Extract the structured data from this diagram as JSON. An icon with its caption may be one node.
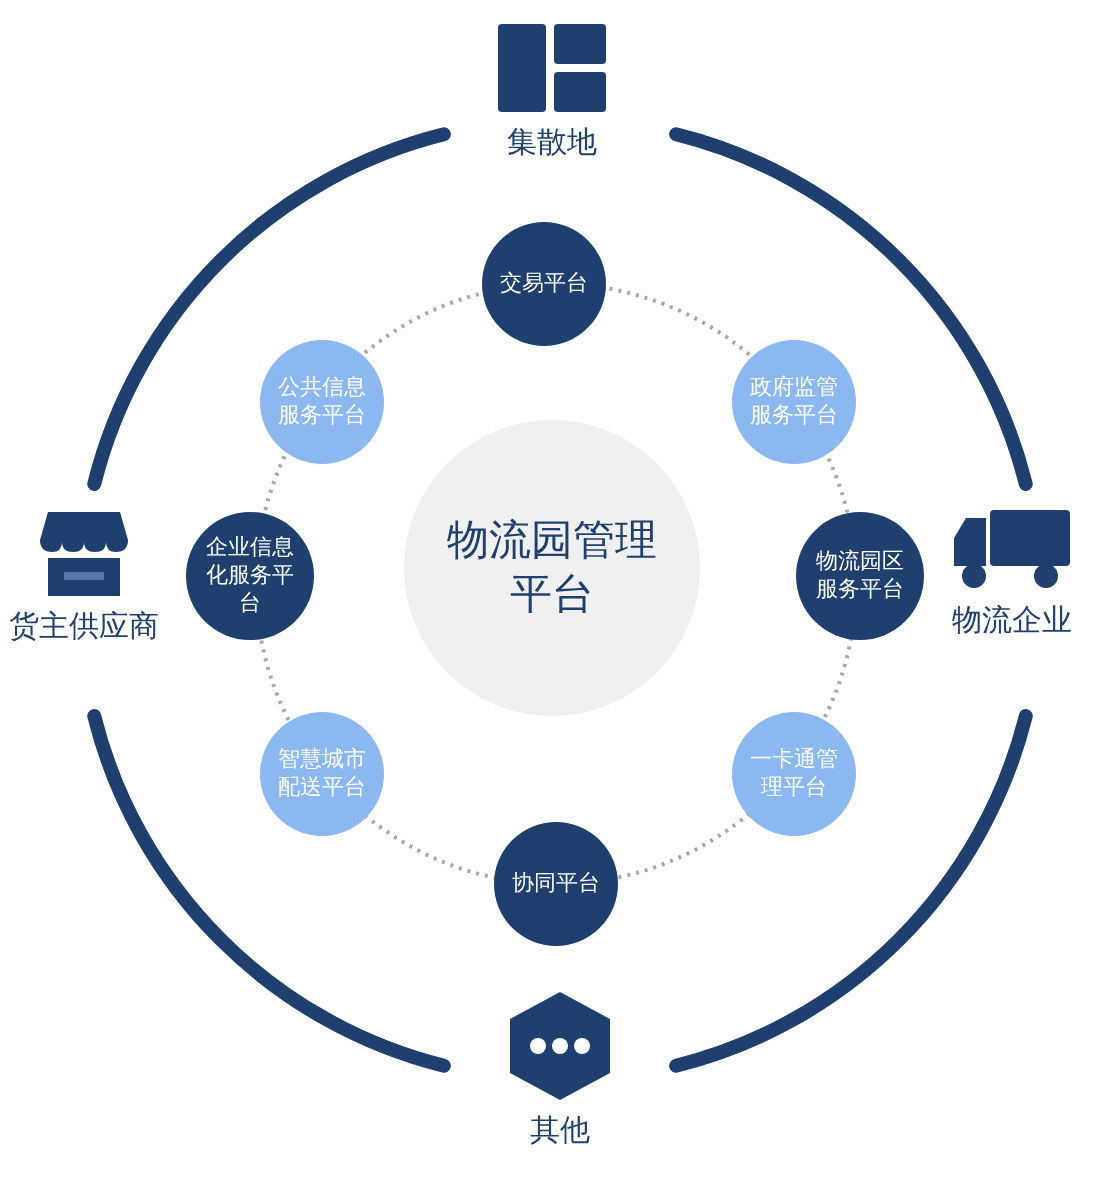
{
  "diagram": {
    "nodes": [
      {
        "text": [
          "集散地"
        ]
      },
      {
        "text": [
          "交易平台"
        ]
      },
      {
        "text": [
          "公共信息服务平台"
        ]
      },
      {
        "text": [
          "政府监管服务平台"
        ]
      },
      {
        "text": [
          "货主供应商"
        ]
      },
      {
        "text": [
          "企业信息化服务平台"
        ]
      },
      {
        "text": [
          "物流园管理平台"
        ]
      },
      {
        "text": [
          "物流园区服务平台"
        ]
      },
      {
        "text": [
          "物流企业"
        ]
      },
      {
        "text": [
          "智慧城市配送平台"
        ]
      },
      {
        "text": [
          "一卡通管理平台"
        ]
      },
      {
        "text": [
          "协同平台"
        ]
      },
      {
        "text": [
          "其他"
        ]
      }
    ],
    "edges": []
  }
}
